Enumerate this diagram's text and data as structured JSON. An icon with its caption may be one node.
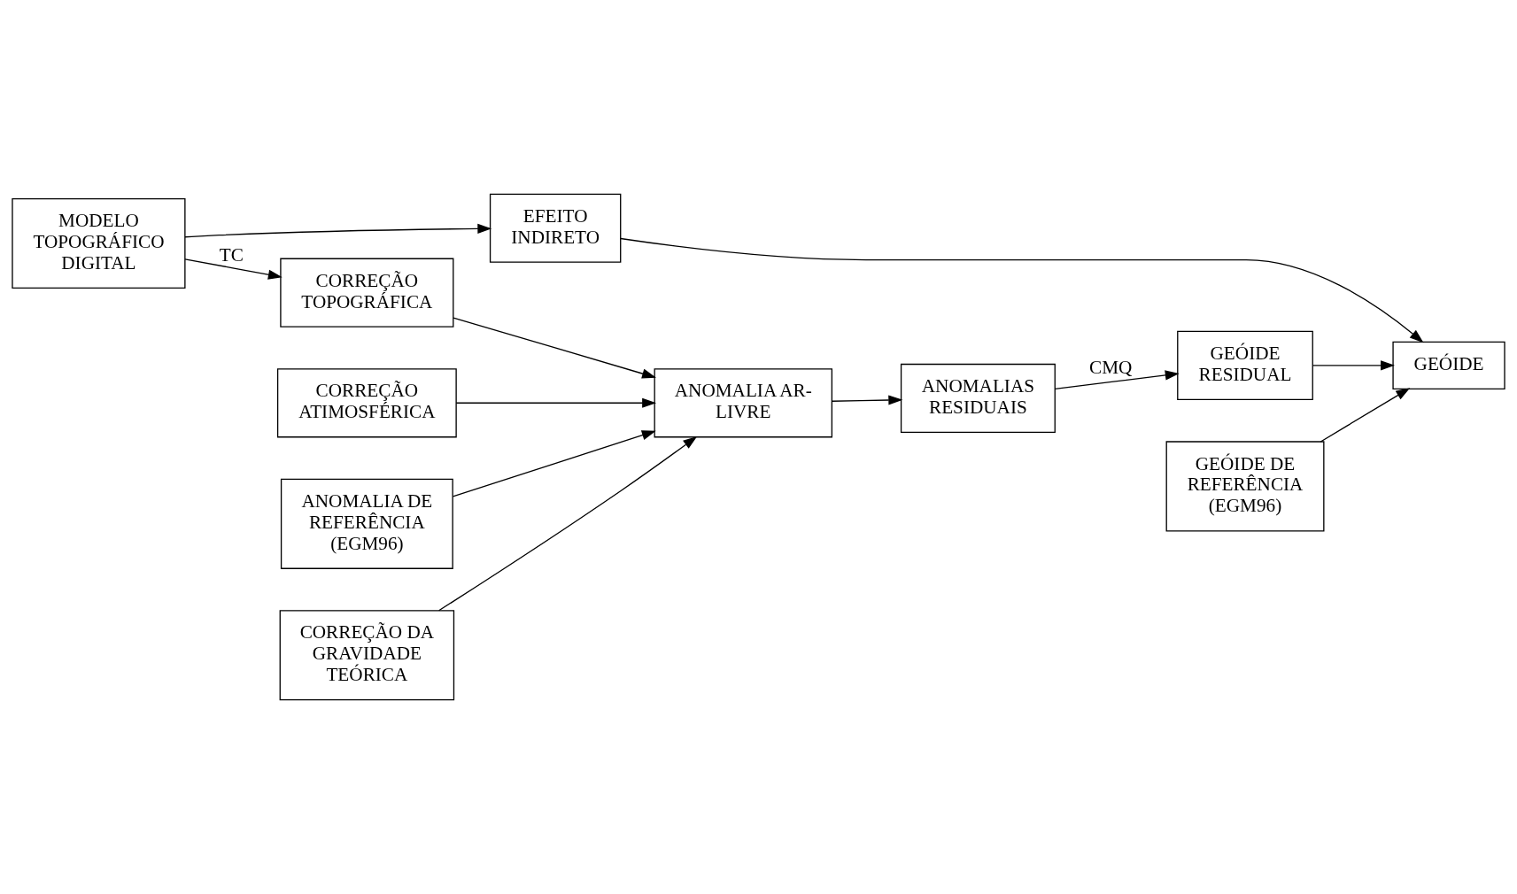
{
  "diagram": {
    "nodes": [
      {
        "text": [
          "MODELO TOPOGRÁFICO DIGITAL"
        ]
      },
      {
        "text": [
          "EFEITO INDIRETO"
        ]
      },
      {
        "text": [
          "CORREÇÃO TOPOGRÁFICA"
        ]
      },
      {
        "text": [
          "CORREÇÃO ATIMOSFÉRICA"
        ]
      },
      {
        "text": [
          "ANOMALIA AR-LIVRE"
        ]
      },
      {
        "text": [
          "ANOMALIAS RESIDUAIS"
        ]
      },
      {
        "text": [
          "GEÓIDE RESIDUAL"
        ]
      },
      {
        "text": [
          "GEÓIDE"
        ]
      },
      {
        "text": [
          "ANOMALIA DE REFERÊNCIA (EGM96)"
        ]
      },
      {
        "text": [
          "CORREÇÃO DA GRAVIDADE TEÓRICA"
        ]
      },
      {
        "text": [
          "GEÓIDE DE REFERÊNCIA (EGM96)"
        ]
      }
    ],
    "edges": [
      {
        "from": 0,
        "to": 1,
        "arrow": "to"
      },
      {
        "from": 0,
        "to": 2,
        "arrow": "to",
        "label": "TC"
      },
      {
        "from": 2,
        "to": 4,
        "arrow": "to"
      },
      {
        "from": 3,
        "to": 4,
        "arrow": "to"
      },
      {
        "from": 8,
        "to": 4,
        "arrow": "to"
      },
      {
        "from": 9,
        "to": 4,
        "arrow": "to"
      },
      {
        "from": 4,
        "to": 5,
        "arrow": "to"
      },
      {
        "from": 5,
        "to": 6,
        "arrow": "to",
        "label": "CMQ"
      },
      {
        "from": 6,
        "to": 7,
        "arrow": "to"
      },
      {
        "from": 1,
        "to": 7,
        "arrow": "to"
      },
      {
        "from": 10,
        "to": 7,
        "arrow": "to"
      }
    ]
  }
}
